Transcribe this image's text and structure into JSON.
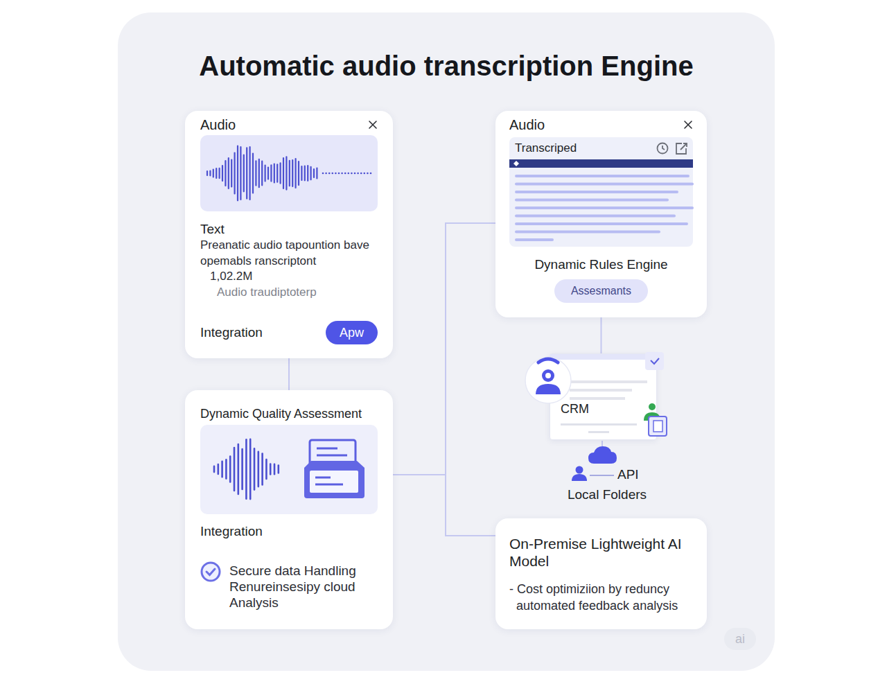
{
  "diagram": {
    "title": "Automatic audio transcription Engine",
    "nodes": [
      {
        "text": [
          "Audio",
          "Text",
          "Preanatic audio tapountion bave opemabls ranscriptont",
          "1,02.2M",
          "Audio traudiptoterp",
          "Integration"
        ]
      },
      {
        "text": [
          "Apw"
        ],
        "in": 0
      },
      {
        "text": [
          "Dynamic Quality Assessment",
          "Integration",
          "Secure data Handling Renureinsesipy cloud Analysis"
        ]
      },
      {
        "text": [
          "Audio",
          "Dynamic Rules Engine"
        ]
      },
      {
        "text": [
          "Transcriped"
        ],
        "in": 3
      },
      {
        "text": [
          "Assesmants"
        ],
        "in": 3
      },
      {
        "text": [
          "CRM"
        ]
      },
      {
        "text": [
          "On-Premise Lightweight AI Model",
          "- Cost optimiziion by reduncy automated feedback analysis"
        ]
      }
    ],
    "edges": [
      {
        "from": 0,
        "to": 2,
        "arrow": "none"
      },
      {
        "from": 2,
        "to": 3,
        "arrow": "none"
      },
      {
        "from": 2,
        "to": 7,
        "arrow": "none"
      },
      {
        "from": 3,
        "to": 6,
        "arrow": "none"
      }
    ],
    "labels": [
      "API",
      "Local Folders",
      "ai"
    ]
  }
}
